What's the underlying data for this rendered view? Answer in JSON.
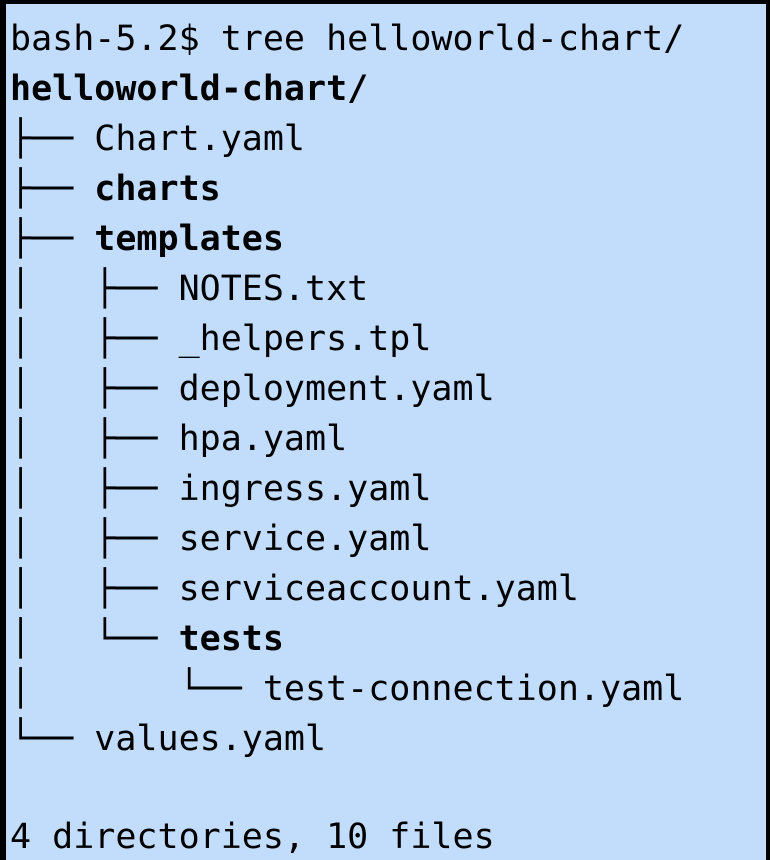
{
  "terminal": {
    "prompt_command": "bash-5.2$ tree helloworld-chart/",
    "tree": [
      "helloworld-chart/",
      "├── Chart.yaml",
      "├── charts",
      "├── templates",
      "│   ├── NOTES.txt",
      "│   ├── _helpers.tpl",
      "│   ├── deployment.yaml",
      "│   ├── hpa.yaml",
      "│   ├── ingress.yaml",
      "│   ├── service.yaml",
      "│   ├── serviceaccount.yaml",
      "│   └── tests",
      "│       └── test-connection.yaml",
      "└── values.yaml"
    ],
    "summary": "4 directories, 10 files"
  },
  "colors": {
    "background": "#c2dcfb",
    "text": "#000000"
  }
}
